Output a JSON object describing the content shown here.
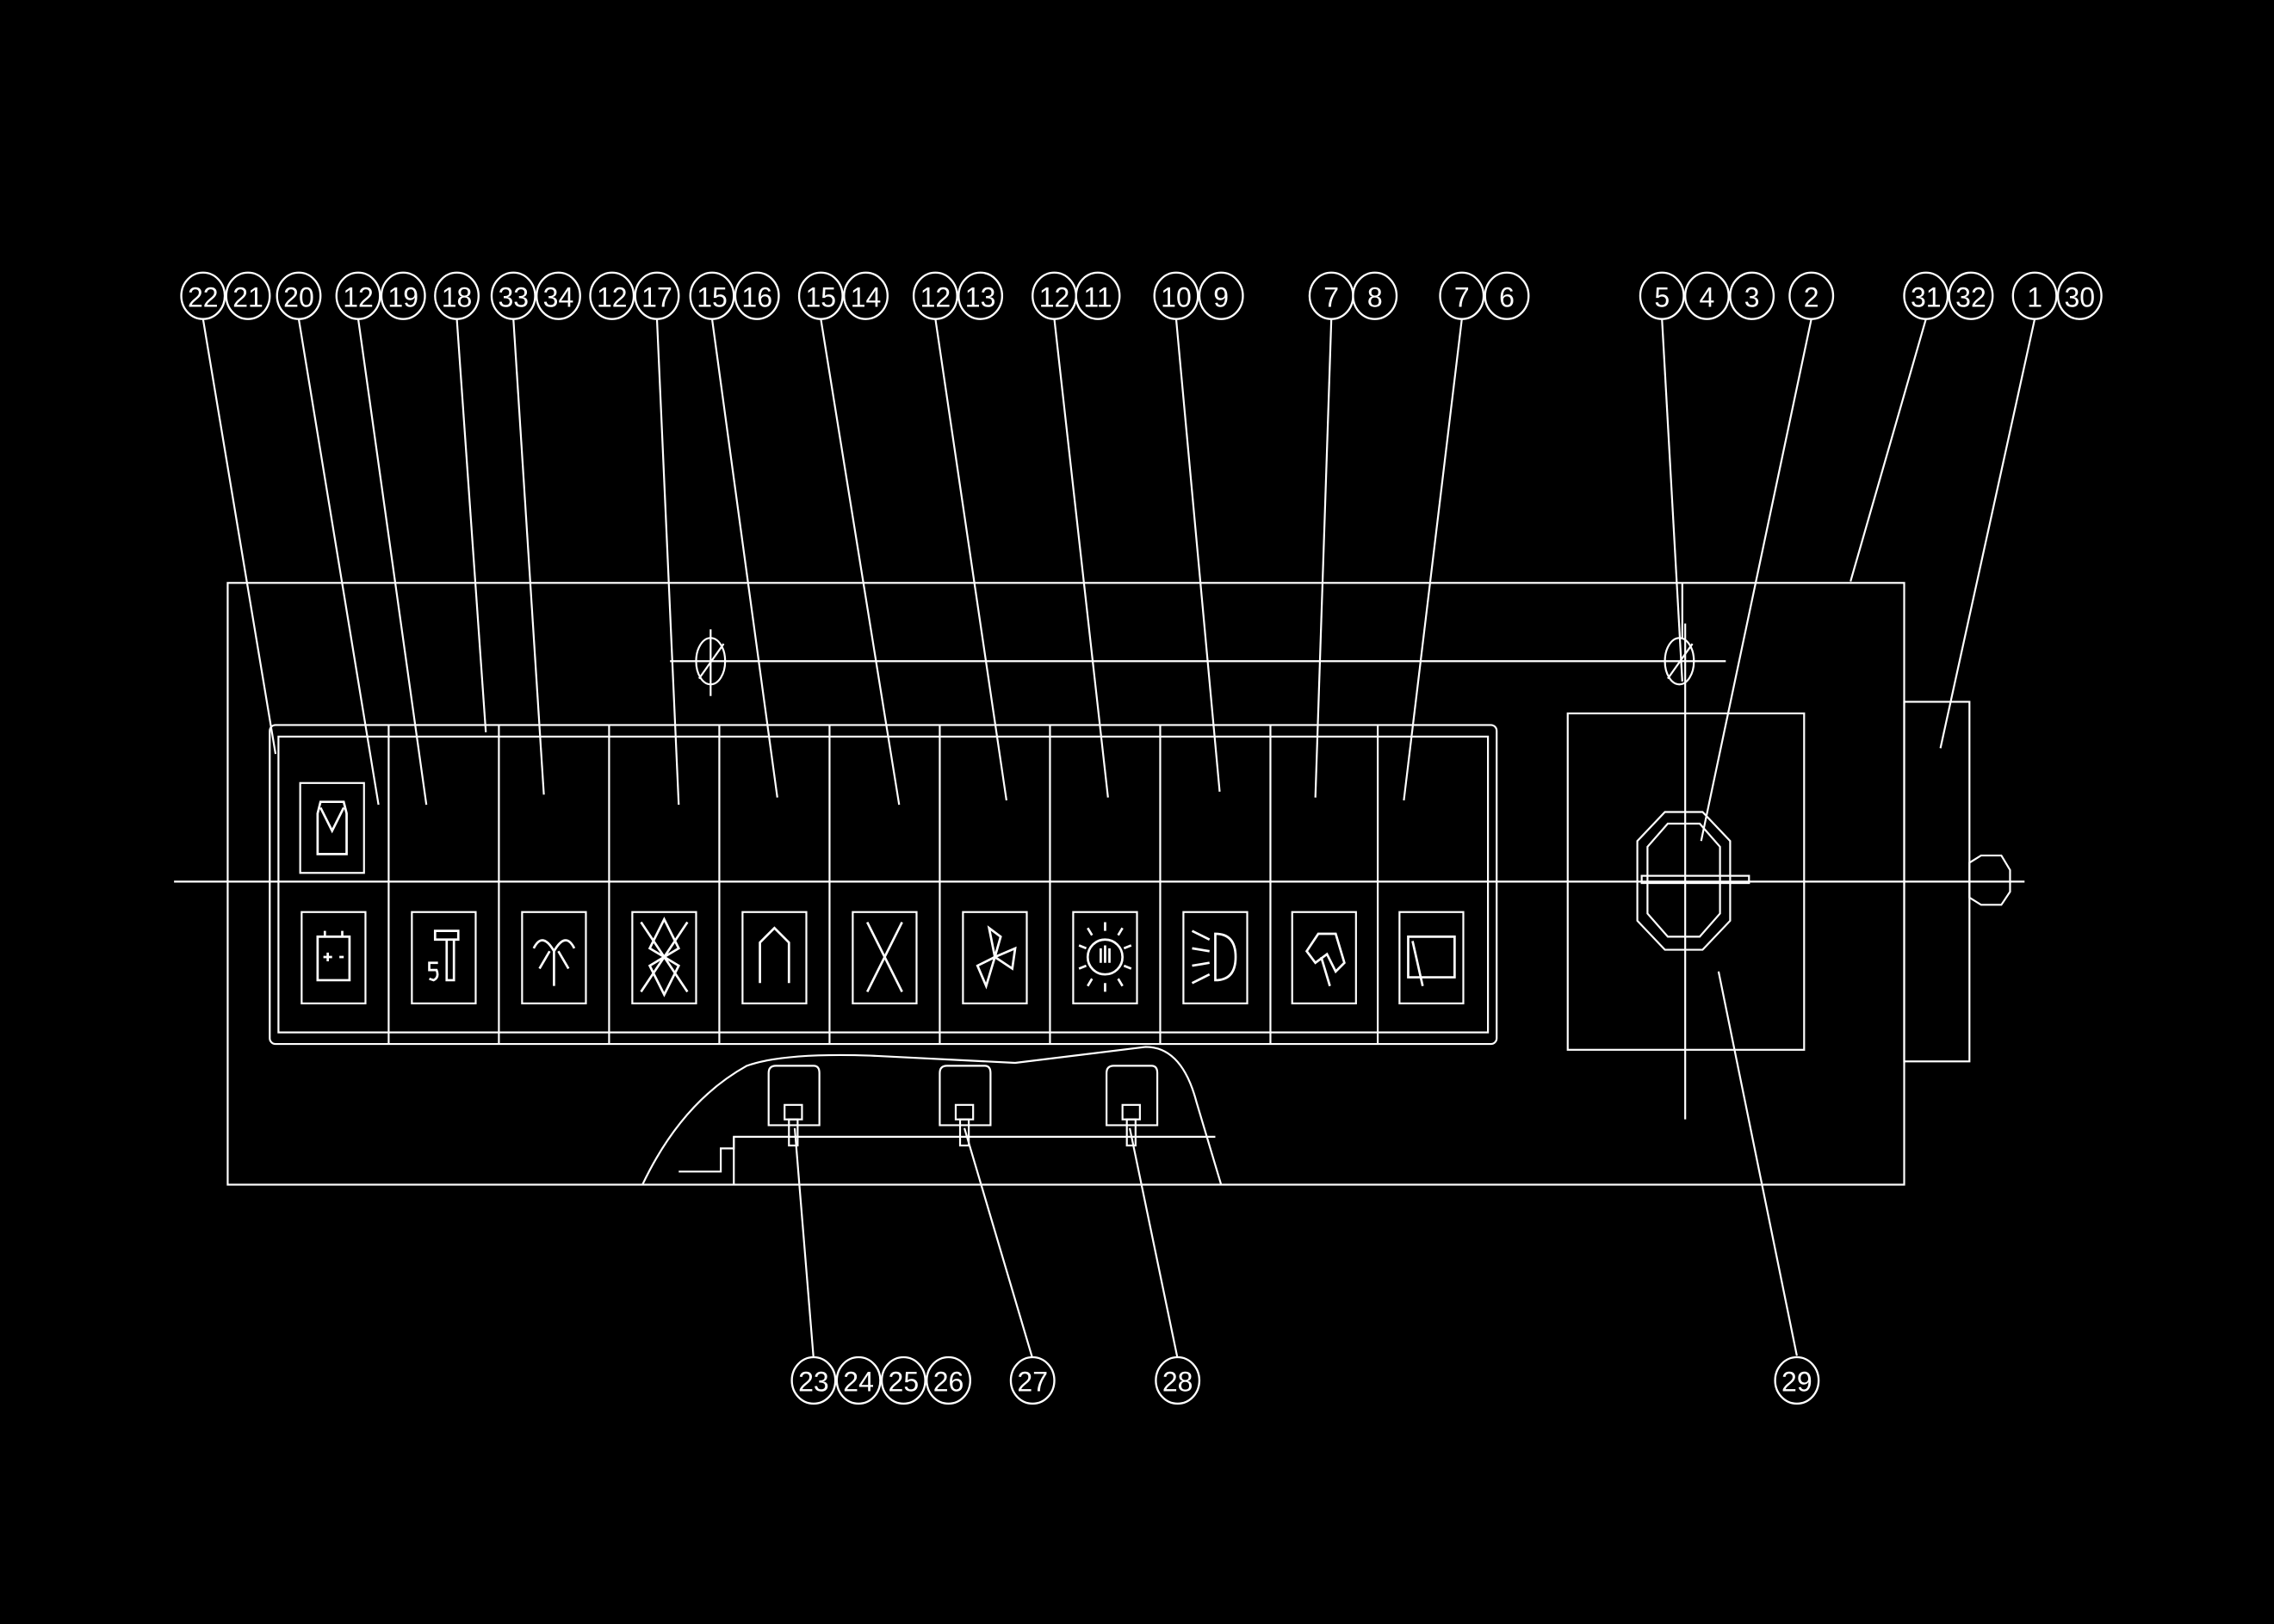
{
  "colors": {
    "background": "#000000",
    "line": "#ffffff"
  },
  "top_labels": [
    {
      "group": [
        "22",
        "21",
        "20"
      ]
    },
    {
      "group": [
        "12",
        "19"
      ]
    },
    {
      "group": [
        "18"
      ]
    },
    {
      "group": [
        "33",
        "34"
      ]
    },
    {
      "group": [
        "12",
        "17"
      ]
    },
    {
      "group": [
        "15",
        "16"
      ]
    },
    {
      "group": [
        "15",
        "14"
      ]
    },
    {
      "group": [
        "12",
        "13"
      ]
    },
    {
      "group": [
        "12",
        "11"
      ]
    },
    {
      "group": [
        "10",
        "9"
      ]
    },
    {
      "group": [
        "7",
        "8"
      ]
    },
    {
      "group": [
        "7",
        "6"
      ]
    },
    {
      "group": [
        "5",
        "4",
        "3",
        "2"
      ]
    },
    {
      "group": [
        "31",
        "32",
        "1",
        "30"
      ]
    }
  ],
  "bottom_labels": [
    {
      "group": [
        "23",
        "24",
        "25",
        "26"
      ]
    },
    {
      "group": [
        "27"
      ]
    },
    {
      "group": [
        "28"
      ]
    },
    {
      "group": [
        "29"
      ]
    }
  ],
  "switch_icons": [
    "car-top-view-icon",
    "battery-icon",
    "seat-5-icon",
    "fountain-icon",
    "hazard-fan-icon",
    "arch-icon",
    "cross-icon",
    "fan-icon",
    "interior-light-icon",
    "headlight-icon",
    "wiper-icon",
    "window-icon"
  ]
}
